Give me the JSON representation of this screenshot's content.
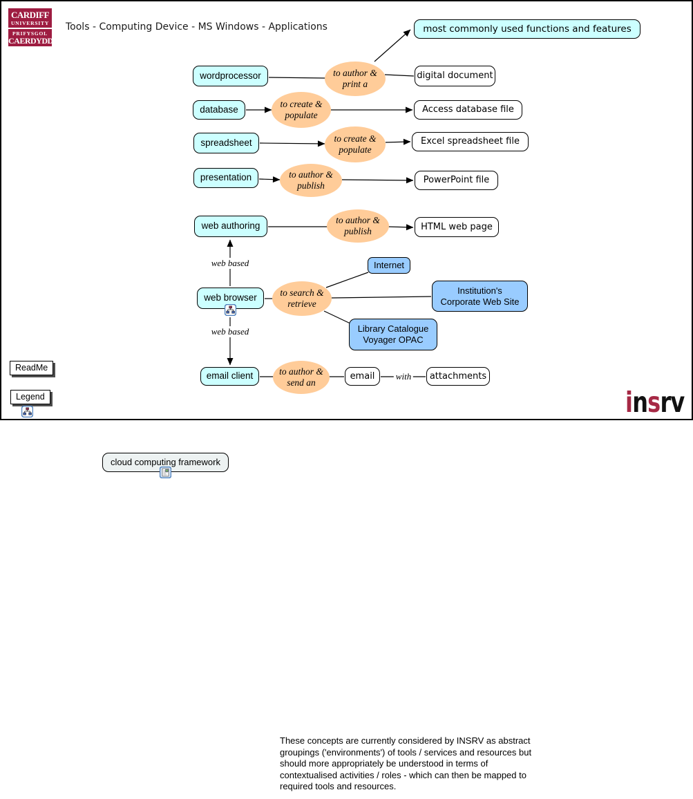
{
  "colors": {
    "maroon_logo": "#9E1C41",
    "insrv_accent": "#A62945",
    "concept_cyan": "#CCFFFF",
    "linking_orange": "#FFCC99",
    "resource_blue": "#99CCFF",
    "cloud_gray": "#EDF2F2"
  },
  "header": {
    "logo": {
      "line1": "CARDIFF",
      "line2": "UNIVERSITY",
      "line3": "PRIFYSGOL",
      "line4": "CAERDYDD"
    },
    "title": "Tools - Computing Device - MS Windows - Applications"
  },
  "buttons": {
    "readme": "ReadMe",
    "legend": "Legend"
  },
  "brand": {
    "part1": "i",
    "part2": "n",
    "part3": "s",
    "part4": "rv"
  },
  "nodes": {
    "most_common": {
      "label": "most commonly used functions and features"
    },
    "wordprocessor": {
      "label": "wordprocessor"
    },
    "digital_document": {
      "label": "digital document"
    },
    "database": {
      "label": "database"
    },
    "access_file": {
      "label": "Access database file"
    },
    "spreadsheet": {
      "label": "spreadsheet"
    },
    "excel_file": {
      "label": "Excel spreadsheet file"
    },
    "presentation": {
      "label": "presentation"
    },
    "powerpoint_file": {
      "label": "PowerPoint file"
    },
    "web_authoring": {
      "label": "web authoring"
    },
    "html_page": {
      "label": "HTML web page"
    },
    "internet": {
      "label": "Internet"
    },
    "institution": {
      "line1": "Institution's",
      "line2": "Corporate Web Site"
    },
    "library": {
      "line1": "Library Catalogue",
      "line2": "Voyager OPAC"
    },
    "web_browser": {
      "label": "web browser"
    },
    "email_client": {
      "label": "email client"
    },
    "email": {
      "label": "email"
    },
    "attachments": {
      "label": "attachments"
    },
    "cloud_framework": {
      "label": "cloud computing framework"
    }
  },
  "ellipses": {
    "author_print": {
      "line1": "to author &",
      "line2": "print a"
    },
    "create_populate_db": {
      "line1": "to create &",
      "line2": "populate"
    },
    "create_populate_ss": {
      "line1": "to create &",
      "line2": "populate"
    },
    "author_publish_pres": {
      "line1": "to author &",
      "line2": "publish"
    },
    "author_publish_web": {
      "line1": "to author &",
      "line2": "publish"
    },
    "search_retrieve": {
      "line1": "to search &",
      "line2": "retrieve"
    },
    "author_send": {
      "line1": "to author &",
      "line2": "send an"
    }
  },
  "link_labels": {
    "web_based_top": "web based",
    "web_based_bottom": "web based",
    "with": "with"
  },
  "footnote": {
    "lines": [
      "These concepts are currently considered by INSRV as abstract",
      "groupings ('environments') of tools / services and resources but",
      "should more appropriately be understood in terms of",
      "contextualised activities / roles - which can then be mapped to",
      "required tools and resources."
    ]
  }
}
